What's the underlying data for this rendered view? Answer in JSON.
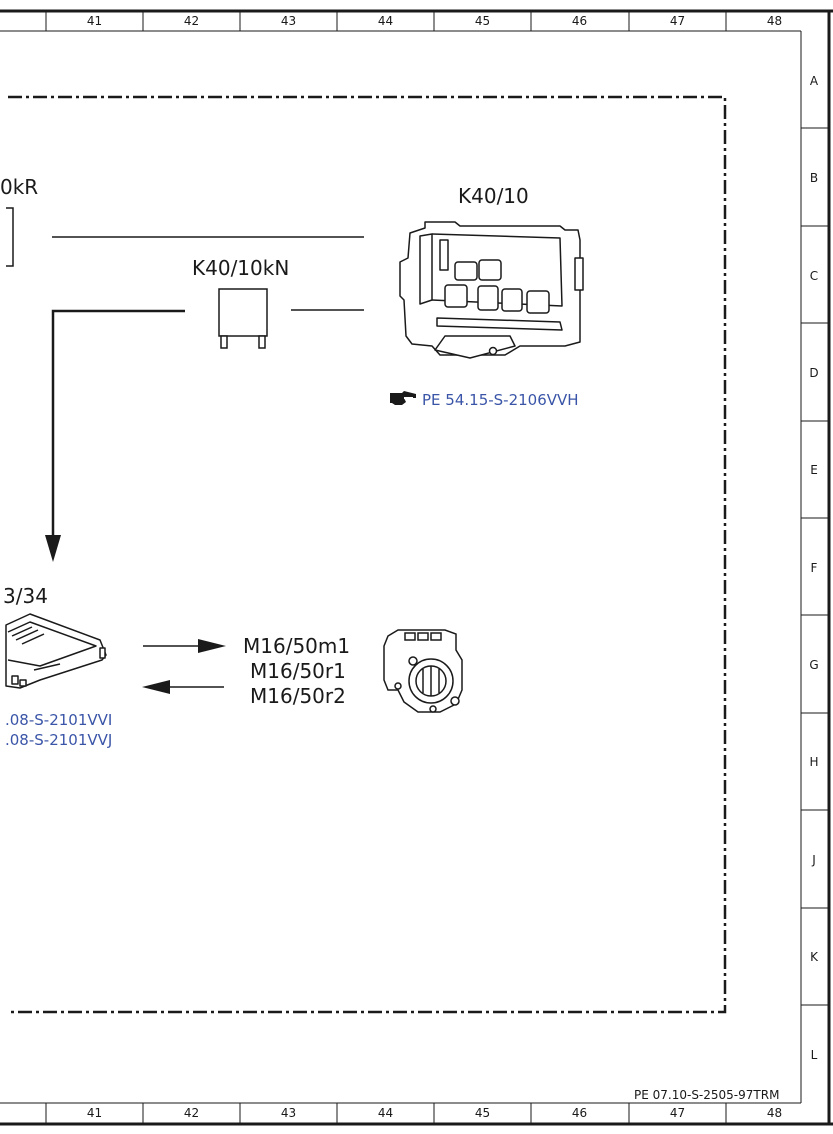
{
  "grid": {
    "columns": [
      "41",
      "42",
      "43",
      "44",
      "45",
      "46",
      "47",
      "48"
    ],
    "rows": [
      "A",
      "B",
      "C",
      "D",
      "E",
      "F",
      "G",
      "H",
      "J",
      "K",
      "L"
    ]
  },
  "labels": {
    "kr_partial": "0kR",
    "k40_10": "K40/10",
    "k40_10kn": "K40/10kN",
    "b34_partial": "3/34",
    "m16_50m1": "M16/50m1",
    "m16_50r1": "M16/50r1",
    "m16_50r2": "M16/50r2"
  },
  "refs": {
    "k40_ref": "PE 54.15-S-2106VVH",
    "ref_vvi": ".08-S-2101VVI",
    "ref_vvj": ".08-S-2101VVJ"
  },
  "icons": {
    "pointer": "pointing-hand-icon"
  },
  "footer": "PE 07.10-S-2505-97TRM",
  "colors": {
    "link": "#3a55a8",
    "line": "#1a1a1a"
  }
}
